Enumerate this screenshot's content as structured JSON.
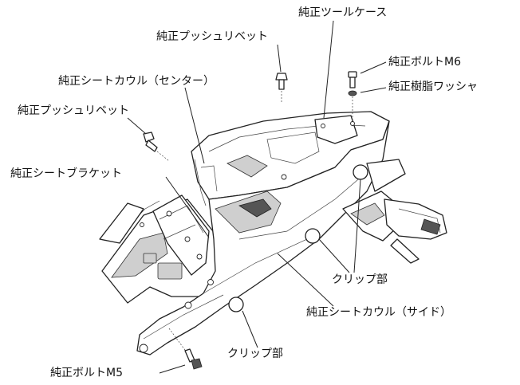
{
  "labels": {
    "tool_case": "純正ツールケース",
    "push_rivet_top": "純正プッシュリベット",
    "bolt_m6": "純正ボルトM6",
    "resin_washer": "純正樹脂ワッシャ",
    "seat_cowl_center": "純正シートカウル（センター）",
    "push_rivet_left": "純正プッシュリベット",
    "seat_bracket": "純正シートブラケット",
    "clip_right": "クリップ部",
    "seat_cowl_side": "純正シートカウル（サイド）",
    "clip_bottom": "クリップ部",
    "bolt_m5": "純正ボルトM5"
  }
}
